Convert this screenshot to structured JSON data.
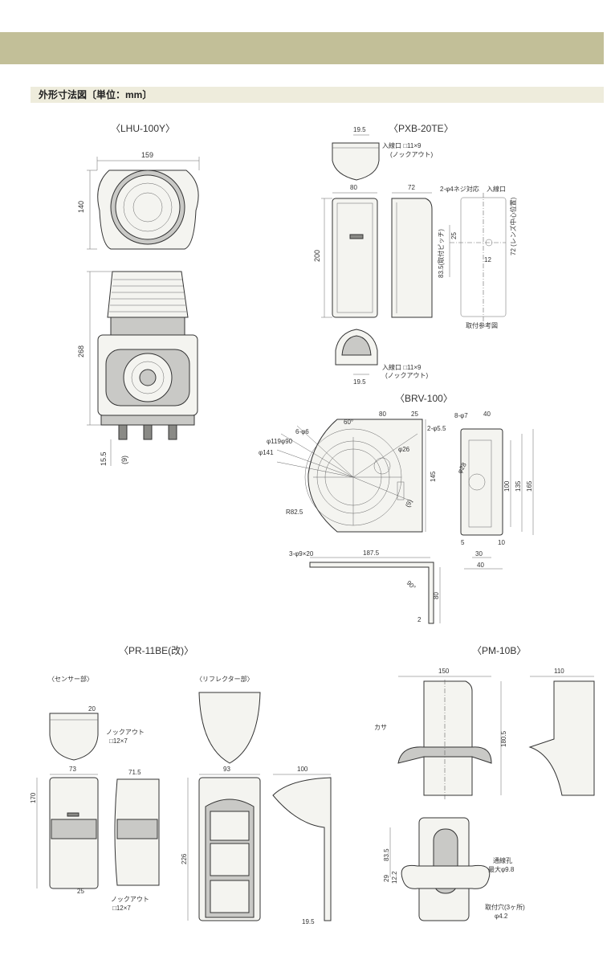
{
  "section": {
    "title": "外形寸法図〔単位：mm〕"
  },
  "lhu": {
    "title": "〈LHU-100Y〉",
    "dims": {
      "width": "159",
      "depth": "140",
      "height": "268",
      "pipe": "15.5",
      "pipe2": "(9)"
    }
  },
  "pxb": {
    "title": "〈PXB-20TE〉",
    "dims": {
      "top": "19.5",
      "w": "80",
      "d": "72",
      "h": "200",
      "pitch": "83.5(取付ピッチ)",
      "d25": "25",
      "d12": "12",
      "lens": "72\n(レンズ中心位置)",
      "bottom": "19.5"
    },
    "labels": {
      "inlet": "入線口 □11×9",
      "knock": "(ノックアウト)",
      "screw": "2-φ4ネジ対応",
      "inlet2": "入線口",
      "mount_ref": "取付参考図",
      "inlet_b": "入線口 □11×9",
      "knock_b": "(ノックアウト)"
    }
  },
  "brv": {
    "title": "〈BRV-100〉",
    "dims": {
      "d80": "80",
      "d25": "25",
      "d2": "2-φ5.5",
      "angle": "60°",
      "holes6": "6-φ6",
      "phi119": "φ119",
      "phi90": "φ90",
      "phi141": "φ141",
      "phi26": "φ26",
      "d145": "145",
      "d8": "8-φ7",
      "r": "R82.5",
      "holes3": "3-φ9×20",
      "d9": "(9)",
      "d40": "40",
      "d100": "100",
      "d135": "135",
      "d165": "165",
      "d5": "5",
      "d10": "10",
      "d30": "30",
      "d40b": "40",
      "d187": "187.5",
      "a90": "90°",
      "d80v": "80",
      "d2b": "2",
      "p28": "φ28"
    }
  },
  "pr": {
    "title": "〈PR-11BE(改)〉",
    "sensor": "〈センサー部〉",
    "reflector": "〈リフレクター部〉",
    "dims": {
      "d20": "20",
      "d73": "73",
      "d71": "71.5",
      "d170": "170",
      "d25": "25",
      "d93": "93",
      "d100": "100",
      "d226": "226",
      "d19": "19.5"
    },
    "labels": {
      "knock1": "ノックアウト",
      "knock1s": "□12×7",
      "knock2": "ノックアウト",
      "knock2s": "□12×7"
    }
  },
  "pm": {
    "title": "〈PM-10B〉",
    "dims": {
      "d150": "150",
      "d110": "110",
      "d180": "180.5",
      "d83": "83.5",
      "d29": "29",
      "d12": "12.2"
    },
    "labels": {
      "kasa": "カサ",
      "hole": "通線孔",
      "hole2": "最大φ9.8",
      "mount": "取付穴(3ヶ所)",
      "mount2": "φ4.2"
    }
  }
}
